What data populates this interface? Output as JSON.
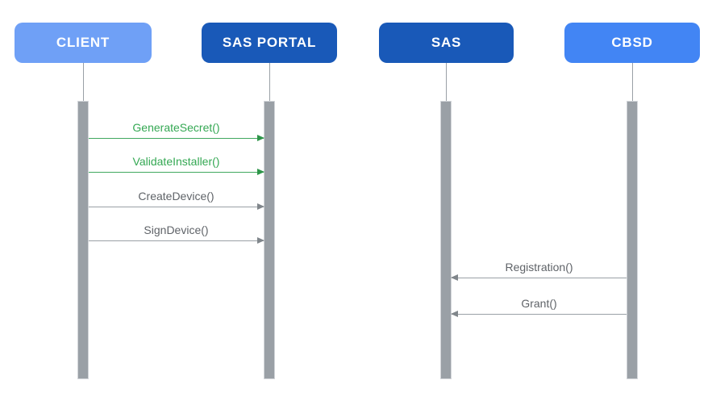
{
  "diagram": {
    "type": "sequence-diagram",
    "actors": [
      {
        "id": "client",
        "label": "CLIENT",
        "color": "#6FA0F6"
      },
      {
        "id": "sas-portal",
        "label": "SAS PORTAL",
        "color": "#1959B8"
      },
      {
        "id": "sas",
        "label": "SAS",
        "color": "#1959B8"
      },
      {
        "id": "cbsd",
        "label": "CBSD",
        "color": "#4285F4"
      }
    ],
    "messages": [
      {
        "label": "GenerateSecret()",
        "from": "CLIENT",
        "to": "SAS PORTAL",
        "direction": "right",
        "color": "#34A853"
      },
      {
        "label": "ValidateInstaller()",
        "from": "CLIENT",
        "to": "SAS PORTAL",
        "direction": "right",
        "color": "#34A853"
      },
      {
        "label": "CreateDevice()",
        "from": "CLIENT",
        "to": "SAS PORTAL",
        "direction": "right",
        "color": "#5F6368"
      },
      {
        "label": "SignDevice()",
        "from": "CLIENT",
        "to": "SAS PORTAL",
        "direction": "right",
        "color": "#5F6368"
      },
      {
        "label": "Registration()",
        "from": "CBSD",
        "to": "SAS",
        "direction": "left",
        "color": "#5F6368"
      },
      {
        "label": "Grant()",
        "from": "CBSD",
        "to": "SAS",
        "direction": "left",
        "color": "#5F6368"
      }
    ],
    "colors": {
      "lifeline": "#9AA0A6",
      "activation_bar": "#9AA0A6",
      "background": "#FFFFFF"
    }
  }
}
